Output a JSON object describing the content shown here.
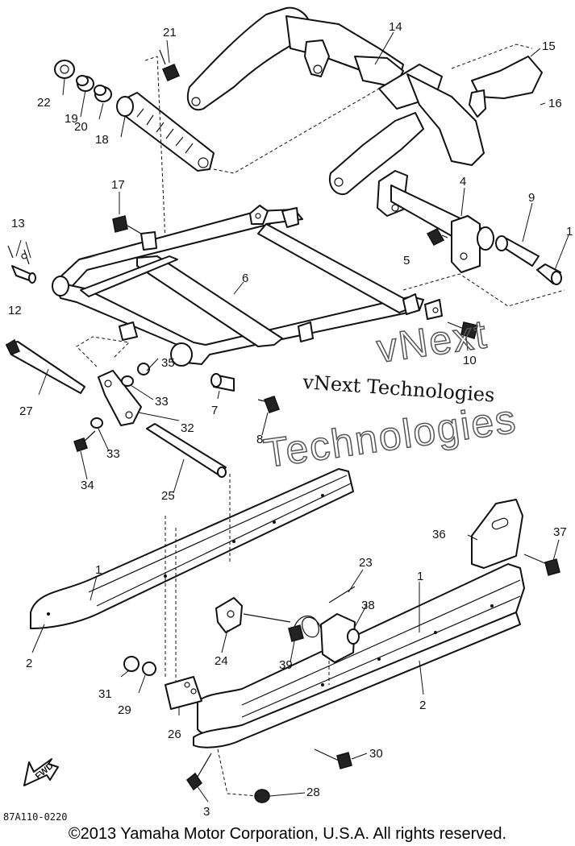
{
  "callouts": {
    "c1_top": "1",
    "c1_left": "1",
    "c1_right": "1",
    "c2_top": "2",
    "c2_left": "2",
    "c2_right": "2",
    "c3": "3",
    "c4": "4",
    "c5": "5",
    "c6": "6",
    "c7": "7",
    "c8": "8",
    "c9": "9",
    "c10": "10",
    "c12": "12",
    "c13": "13",
    "c14": "14",
    "c15": "15",
    "c16": "16",
    "c17": "17",
    "c18": "18",
    "c19": "19",
    "c20": "20",
    "c22": "22",
    "c23": "23",
    "c24": "24",
    "c25": "25",
    "c26": "26",
    "c27": "27",
    "c28": "28",
    "c29": "29",
    "c30": "30",
    "c31": "31",
    "c32": "32",
    "c33a": "33",
    "c33b": "33",
    "c34": "34",
    "c35": "35",
    "c36": "36",
    "c37": "37",
    "c38": "38",
    "c39": "39"
  },
  "watermark": {
    "line1": "vNext Technologies",
    "outline_word1": "vNext",
    "outline_word2": "Technologies"
  },
  "forward_arrow_label": "FWD",
  "reference_code": "87A110-0220",
  "copyright": "©2013 Yamaha Motor Corporation, U.S.A. All rights reserved."
}
